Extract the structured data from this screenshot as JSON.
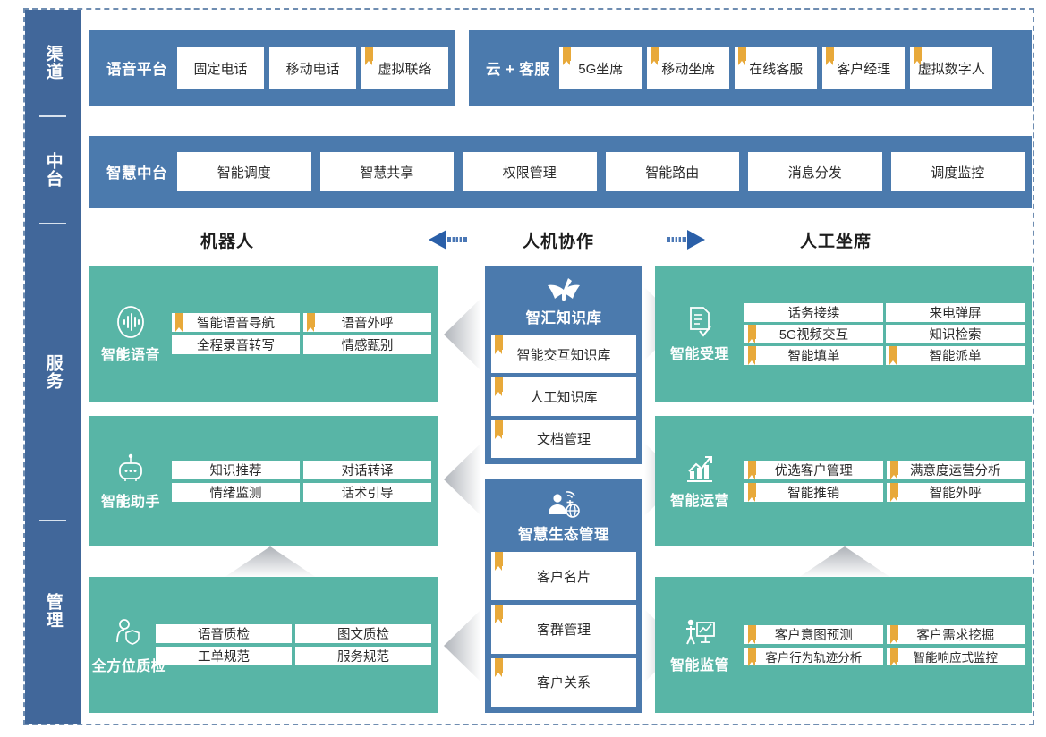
{
  "sidebar": {
    "items": [
      {
        "label": "渠道"
      },
      {
        "label": "中台"
      },
      {
        "label": "服务"
      },
      {
        "label": "管理"
      }
    ]
  },
  "row_channel": {
    "groups": [
      {
        "title": "语音平台",
        "items": [
          {
            "label": "固定电话",
            "bookmark": false
          },
          {
            "label": "移动电话",
            "bookmark": false
          },
          {
            "label": "虚拟联络",
            "bookmark": true
          }
        ]
      },
      {
        "title": "云 + 客服",
        "items": [
          {
            "label": "5G坐席",
            "bookmark": true
          },
          {
            "label": "移动坐席",
            "bookmark": true
          },
          {
            "label": "在线客服",
            "bookmark": true
          },
          {
            "label": "客户经理",
            "bookmark": true
          },
          {
            "label": "虚拟数字人",
            "bookmark": true
          }
        ]
      }
    ]
  },
  "row_middle": {
    "title": "智慧中台",
    "items": [
      {
        "label": "智能调度"
      },
      {
        "label": "智慧共享"
      },
      {
        "label": "权限管理"
      },
      {
        "label": "智能路由"
      },
      {
        "label": "消息分发"
      },
      {
        "label": "调度监控"
      }
    ]
  },
  "headers": {
    "robot": "机器人",
    "coop": "人机协作",
    "human": "人工坐席",
    "arrow_left_icon": "arrow-left-icon",
    "arrow_right_icon": "arrow-right-icon"
  },
  "left_column": [
    {
      "title": "智能语音",
      "icon": "voice-waveform-icon",
      "rows": [
        [
          {
            "label": "智能语音导航",
            "bookmark": true
          },
          {
            "label": "语音外呼",
            "bookmark": true
          }
        ],
        [
          {
            "label": "全程录音转写",
            "bookmark": false
          },
          {
            "label": "情感甄别",
            "bookmark": false
          }
        ]
      ]
    },
    {
      "title": "智能助手",
      "icon": "robot-head-icon",
      "rows": [
        [
          {
            "label": "知识推荐",
            "bookmark": false
          },
          {
            "label": "对话转译",
            "bookmark": false
          }
        ],
        [
          {
            "label": "情绪监测",
            "bookmark": false
          },
          {
            "label": "话术引导",
            "bookmark": false
          }
        ]
      ]
    },
    {
      "title": "全方位质检",
      "icon": "person-shield-icon",
      "rows": [
        [
          {
            "label": "语音质检",
            "bookmark": false
          },
          {
            "label": "图文质检",
            "bookmark": false
          }
        ],
        [
          {
            "label": "工单规范",
            "bookmark": false
          },
          {
            "label": "服务规范",
            "bookmark": false
          }
        ]
      ]
    }
  ],
  "center_column": [
    {
      "title": "智汇知识库",
      "icon": "book-pen-icon",
      "items": [
        {
          "label": "智能交互知识库",
          "bookmark": true
        },
        {
          "label": "人工知识库",
          "bookmark": true
        },
        {
          "label": "文档管理",
          "bookmark": true
        }
      ]
    },
    {
      "title": "智慧生态管理",
      "icon": "person-network-icon",
      "items": [
        {
          "label": "客户名片",
          "bookmark": true
        },
        {
          "label": "客群管理",
          "bookmark": true
        },
        {
          "label": "客户关系",
          "bookmark": true
        }
      ]
    }
  ],
  "right_column": [
    {
      "title": "智能受理",
      "icon": "document-check-icon",
      "rows": [
        [
          {
            "label": "话务接续",
            "bookmark": false
          },
          {
            "label": "来电弹屏",
            "bookmark": false
          }
        ],
        [
          {
            "label": "5G视频交互",
            "bookmark": true
          },
          {
            "label": "知识检索",
            "bookmark": false
          }
        ],
        [
          {
            "label": "智能填单",
            "bookmark": true
          },
          {
            "label": "智能派单",
            "bookmark": true
          }
        ]
      ]
    },
    {
      "title": "智能运营",
      "icon": "chart-growth-icon",
      "rows": [
        [
          {
            "label": "优选客户管理",
            "bookmark": true
          },
          {
            "label": "满意度运营分析",
            "bookmark": true
          }
        ],
        [
          {
            "label": "智能推销",
            "bookmark": true
          },
          {
            "label": "智能外呼",
            "bookmark": true
          }
        ]
      ]
    },
    {
      "title": "智能监管",
      "icon": "presenter-board-icon",
      "rows": [
        [
          {
            "label": "客户意图预测",
            "bookmark": true
          },
          {
            "label": "客户需求挖掘",
            "bookmark": true
          }
        ],
        [
          {
            "label": "客户行为轨迹分析",
            "bookmark": true
          },
          {
            "label": "智能响应式监控",
            "bookmark": true
          }
        ]
      ]
    }
  ],
  "colors": {
    "blue": "#4b7aad",
    "sidebar_blue": "#41679a",
    "green": "#58b5a6",
    "bookmark_gold": "#e8a93a",
    "chip_white": "#ffffff",
    "frame_dash": "#6f8db1",
    "arrow_gray": "#b9bcc2"
  }
}
